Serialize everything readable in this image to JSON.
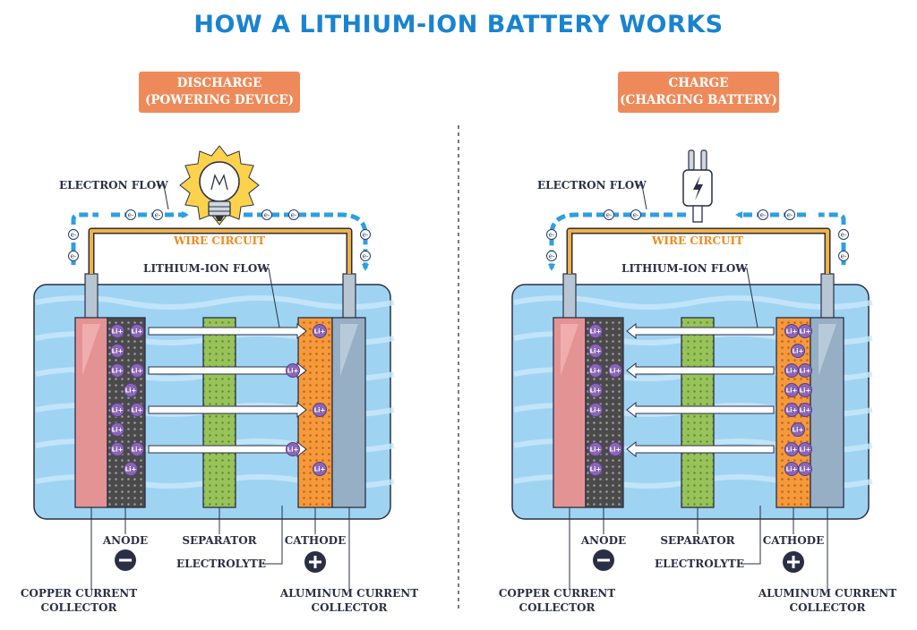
{
  "title": "HOW A LITHIUM-ION BATTERY WORKS",
  "panels": [
    {
      "id": "discharge",
      "mode_label_1": "DISCHARGE",
      "mode_label_2": "(POWERING DEVICE)",
      "electron_flow": "ELECTRON FLOW",
      "wire_circuit": "WIRE CIRCUIT",
      "ion_flow": "LITHIUM-ION FLOW",
      "anode": "ANODE",
      "separator": "SEPARATOR",
      "cathode": "CATHODE",
      "electrolyte": "ELECTROLYTE",
      "copper_1": "COPPER CURRENT",
      "copper_2": "COLLECTOR",
      "aluminum_1": "ALUMINUM CURRENT",
      "aluminum_2": "COLLECTOR",
      "device_icon": "light-bulb-icon",
      "flow_direction": "anode-to-cathode"
    },
    {
      "id": "charge",
      "mode_label_1": "CHARGE",
      "mode_label_2": "(CHARGING BATTERY)",
      "electron_flow": "ELECTRON FLOW",
      "wire_circuit": "WIRE CIRCUIT",
      "ion_flow": "LITHIUM-ION FLOW",
      "anode": "ANODE",
      "separator": "SEPARATOR",
      "cathode": "CATHODE",
      "electrolyte": "ELECTROLYTE",
      "copper_1": "COPPER CURRENT",
      "copper_2": "COLLECTOR",
      "aluminum_1": "ALUMINUM CURRENT",
      "aluminum_2": "COLLECTOR",
      "device_icon": "power-plug-icon",
      "flow_direction": "cathode-to-anode"
    }
  ],
  "ion_label": "Li+",
  "electron_label": "e-",
  "colors": {
    "title": "#1a83d0",
    "tag": "#ee8a5a",
    "electrolyte": "#9fd3f2",
    "copper": "#e49394",
    "anode": "#4a4a4a",
    "separator": "#98c25a",
    "cathode": "#f59a3a",
    "aluminum": "#97afc4",
    "ion": "#8a66b5",
    "wire": "#f3b13e",
    "flow_arrow": "#2e9fe0",
    "text": "#2a2f45"
  }
}
